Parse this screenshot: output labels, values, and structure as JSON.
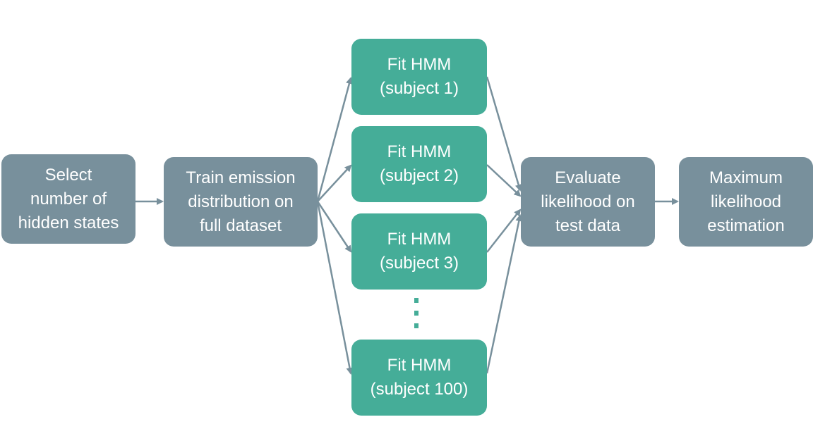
{
  "nodes": {
    "select": "Select\nnumber of\nhidden states",
    "train": "Train emission\ndistribution on\nfull dataset",
    "subject1": "Fit HMM\n(subject 1)",
    "subject2": "Fit HMM\n(subject 2)",
    "subject3": "Fit HMM\n(subject 3)",
    "subject100": "Fit HMM\n(subject 100)",
    "evaluate": "Evaluate\nlikelihood on\ntest data",
    "maximum": "Maximum\nlikelihood\nestimation"
  },
  "colors": {
    "gray_box": "#78909c",
    "teal_box": "#45ad98",
    "arrow": "#78909c",
    "ellipsis": "#45ad98"
  }
}
